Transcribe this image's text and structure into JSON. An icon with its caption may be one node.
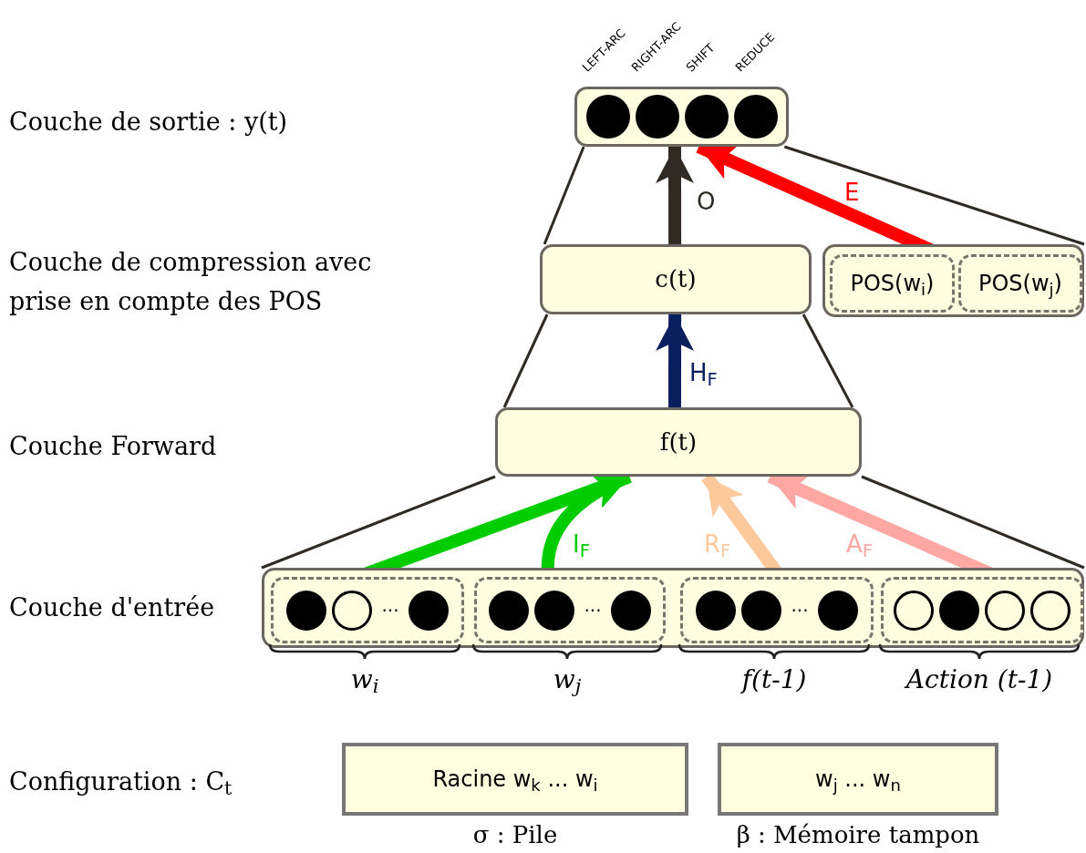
{
  "diagram": {
    "nodes": [
      {
        "text": [],
        "shape": "box"
      },
      {
        "text": [
          "c(t)"
        ]
      },
      {
        "text": [],
        "shape": "box"
      },
      {
        "text": [
          "POS(w$_{i}$)"
        ],
        "in": 2
      },
      {
        "text": [
          "POS(w$_{j}$)"
        ],
        "in": 2
      },
      {
        "text": [
          "f(t)"
        ]
      },
      {
        "text": [],
        "shape": "box"
      },
      {
        "text": [
          "···"
        ],
        "in": 6,
        "beside": [
          "w$_{i}$"
        ]
      },
      {
        "text": [
          "···"
        ],
        "in": 6,
        "beside": [
          "w$_{j}$"
        ]
      },
      {
        "text": [
          "···"
        ],
        "in": 6,
        "beside": [
          "f(t-1)"
        ]
      },
      {
        "text": [],
        "shape": "box",
        "in": 6,
        "beside": [
          "Action (t-1)"
        ]
      },
      {
        "text": [
          "Racine w$_{k}$ ... w$_{i}$"
        ],
        "beside": [
          "σ : Pile"
        ]
      },
      {
        "text": [
          "w$_{j}$ ... w$_{n}$"
        ],
        "beside": [
          "β : Mémoire tampon"
        ]
      }
    ],
    "edges": [
      {
        "from": 1,
        "to": 0,
        "arrow": "to",
        "label": "O"
      },
      {
        "from": 3,
        "to": 0,
        "arrow": "to",
        "label": "E",
        "color": "#ff0000"
      },
      {
        "from": 5,
        "to": 1,
        "arrow": "to",
        "label": "H$_{F}$",
        "color": "#0a1f5e"
      },
      {
        "from": 7,
        "to": 5,
        "arrow": "to",
        "color": "#00cc00"
      },
      {
        "from": 8,
        "to": 5,
        "arrow": "to",
        "label": "I$_{F}$",
        "color": "#00cc00"
      },
      {
        "from": 9,
        "to": 5,
        "arrow": "to",
        "label": "R$_{F}$",
        "color": "#fcc99c"
      },
      {
        "from": 10,
        "to": 5,
        "arrow": "to",
        "label": "A$_{F}$",
        "color": "#ffa8a3"
      },
      {
        "from": 6,
        "to": 5,
        "arrow": "none"
      },
      {
        "from": 6,
        "to": 5,
        "arrow": "none"
      },
      {
        "from": 5,
        "to": 1,
        "arrow": "none"
      },
      {
        "from": 5,
        "to": 1,
        "arrow": "none"
      },
      {
        "from": 1,
        "to": 0,
        "arrow": "none"
      },
      {
        "from": 2,
        "to": 0,
        "arrow": "none"
      }
    ],
    "labels": [
      "LEFT-ARC",
      "RIGHT-ARC",
      "SHIFT",
      "REDUCE",
      "Couche de sortie : y(t)",
      "Couche de compression avec prise en compte des POS",
      "Couche Forward",
      "Couche d'entrée",
      "Configuration : C$_{t}$"
    ]
  }
}
